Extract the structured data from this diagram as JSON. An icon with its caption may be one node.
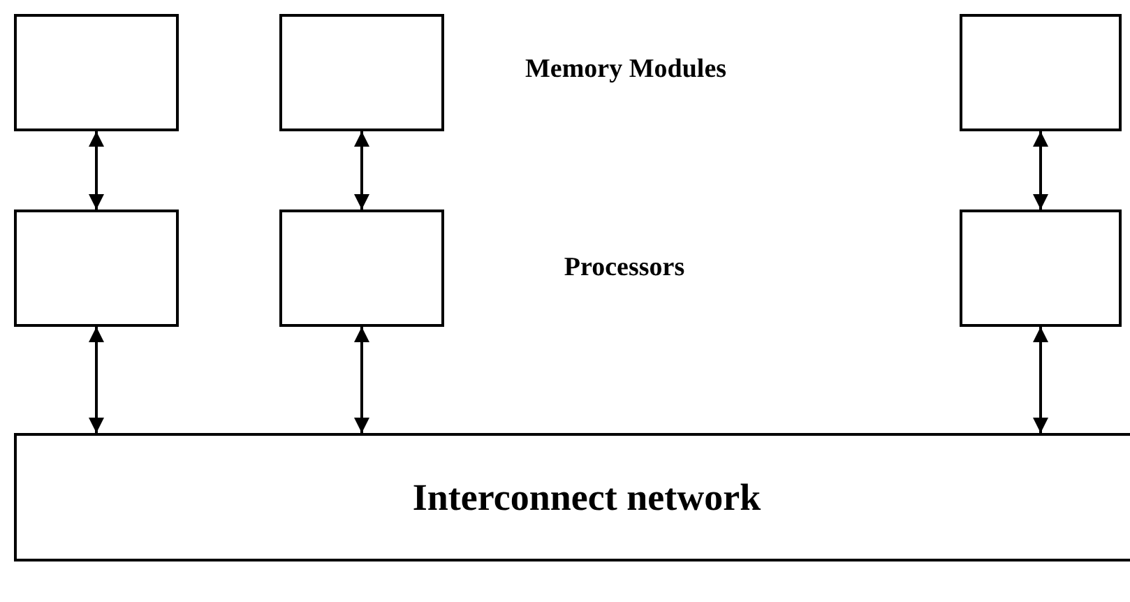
{
  "diagram": {
    "nodes": [
      {
        "text": [],
        "shape": "box"
      },
      {
        "text": [],
        "shape": "box"
      },
      {
        "text": [],
        "shape": "box"
      },
      {
        "text": [],
        "shape": "box"
      },
      {
        "text": [],
        "shape": "box"
      },
      {
        "text": [],
        "shape": "box"
      },
      {
        "text": [
          "Interconnect network"
        ]
      }
    ],
    "edges": [
      {
        "from": 0,
        "to": 3,
        "arrow": "both"
      },
      {
        "from": 1,
        "to": 4,
        "arrow": "both"
      },
      {
        "from": 2,
        "to": 5,
        "arrow": "both"
      },
      {
        "from": 3,
        "to": 6,
        "arrow": "both"
      },
      {
        "from": 4,
        "to": 6,
        "arrow": "both"
      },
      {
        "from": 5,
        "to": 6,
        "arrow": "both"
      }
    ],
    "labels": [
      "Memory Modules",
      "Processors"
    ]
  }
}
